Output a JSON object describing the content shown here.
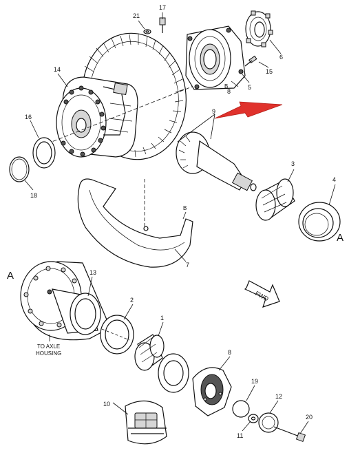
{
  "callouts": {
    "c1": "1",
    "c2": "2",
    "c3": "3",
    "c4": "4",
    "c5": "5",
    "c6": "6",
    "c7": "7",
    "c8a": "8",
    "c8b": "8",
    "c9": "9",
    "c10": "10",
    "c11": "11",
    "c12": "12",
    "c13": "13",
    "c14": "14",
    "c15": "15",
    "c16": "16",
    "c17": "17",
    "c18": "18",
    "c19": "19",
    "c20": "20",
    "c21": "21"
  },
  "refs": {
    "a1": "A",
    "a2": "A",
    "b1": "B",
    "b2": "B"
  },
  "notes": {
    "axle_line1": "TO AXLE",
    "axle_line2": "HOUSING",
    "fwd": "FWD"
  },
  "colors": {
    "ink": "#111111",
    "arrow": "#e0322c"
  }
}
